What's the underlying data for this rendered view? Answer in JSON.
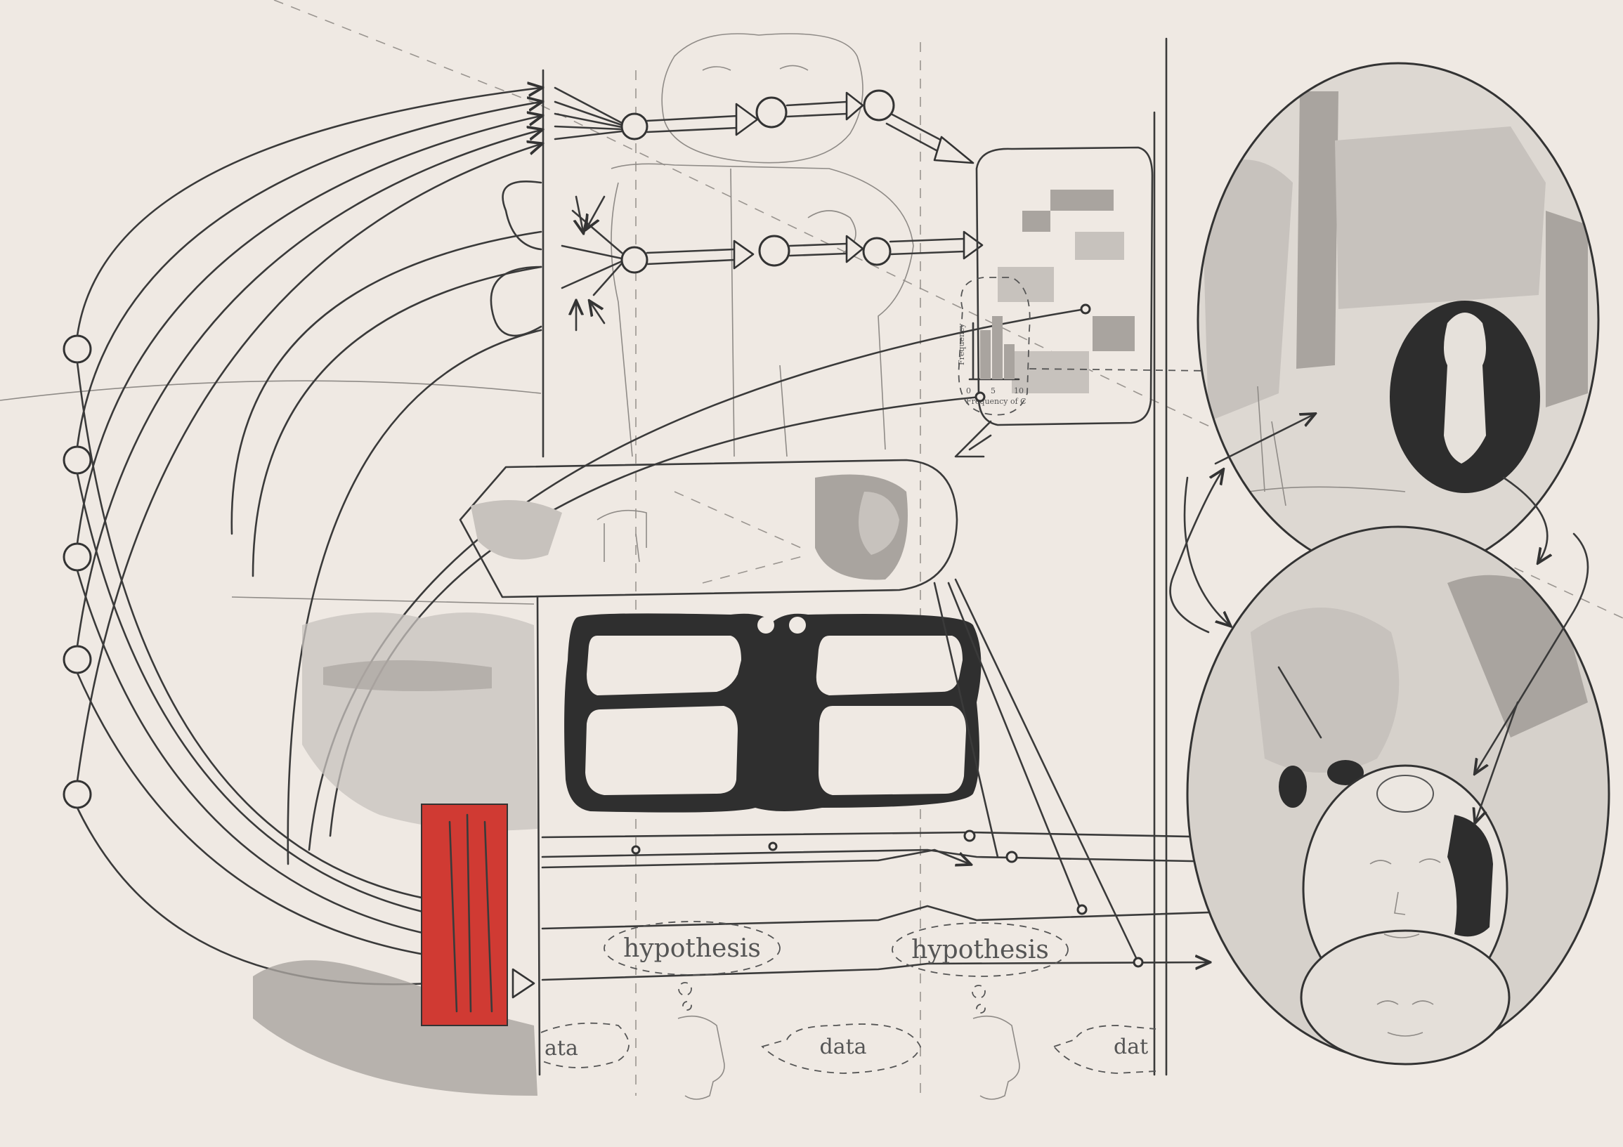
{
  "drawing": {
    "labels": {
      "hypothesis_1": "hypothesis",
      "hypothesis_2": "hypothesis",
      "data_1": "ata",
      "data_2": "data",
      "data_3": "dat",
      "histogram_axis_x": "Frequency of C",
      "histogram_axis_y": "Frequency",
      "histogram_ticks": [
        "0",
        "5",
        "10"
      ]
    },
    "colors": {
      "paper": "#efe9e3",
      "graphite": "#3a3a3a",
      "red_tag": "#d03a33"
    }
  }
}
